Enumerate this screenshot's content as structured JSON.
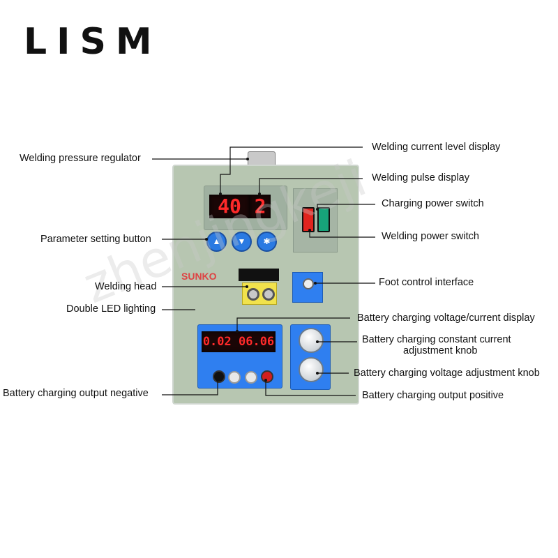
{
  "logo": {
    "text": "LISM"
  },
  "device": {
    "current_display": "40",
    "pulse_display": "2",
    "charger_display": "0.02 06.06",
    "brand": "SUNKO",
    "buttons": [
      "▲",
      "▼",
      "✱"
    ]
  },
  "labels": {
    "pressure_regulator": "Welding pressure regulator",
    "current_level_display": "Welding current level display",
    "pulse_display": "Welding pulse display",
    "charging_power_switch": "Charging power switch",
    "parameter_button": "Parameter setting button",
    "welding_power_switch": "Welding power switch",
    "welding_head": "Welding head",
    "foot_control": "Foot control interface",
    "double_led": "Double LED lighting",
    "charging_display": "Battery charging voltage/current display",
    "constant_current_knob_1": "Battery charging constant current",
    "constant_current_knob_2": "adjustment knob",
    "voltage_knob": "Battery charging voltage adjustment knob",
    "output_negative": "Battery charging output negative",
    "output_positive": "Battery charging output positive"
  },
  "watermark": "zhenjingkeji",
  "colors": {
    "device": "#b7c6b1",
    "display_text": "#ff2a2a",
    "panel_blue": "#2f7ff0",
    "button_blue": "#2a7ae2"
  }
}
